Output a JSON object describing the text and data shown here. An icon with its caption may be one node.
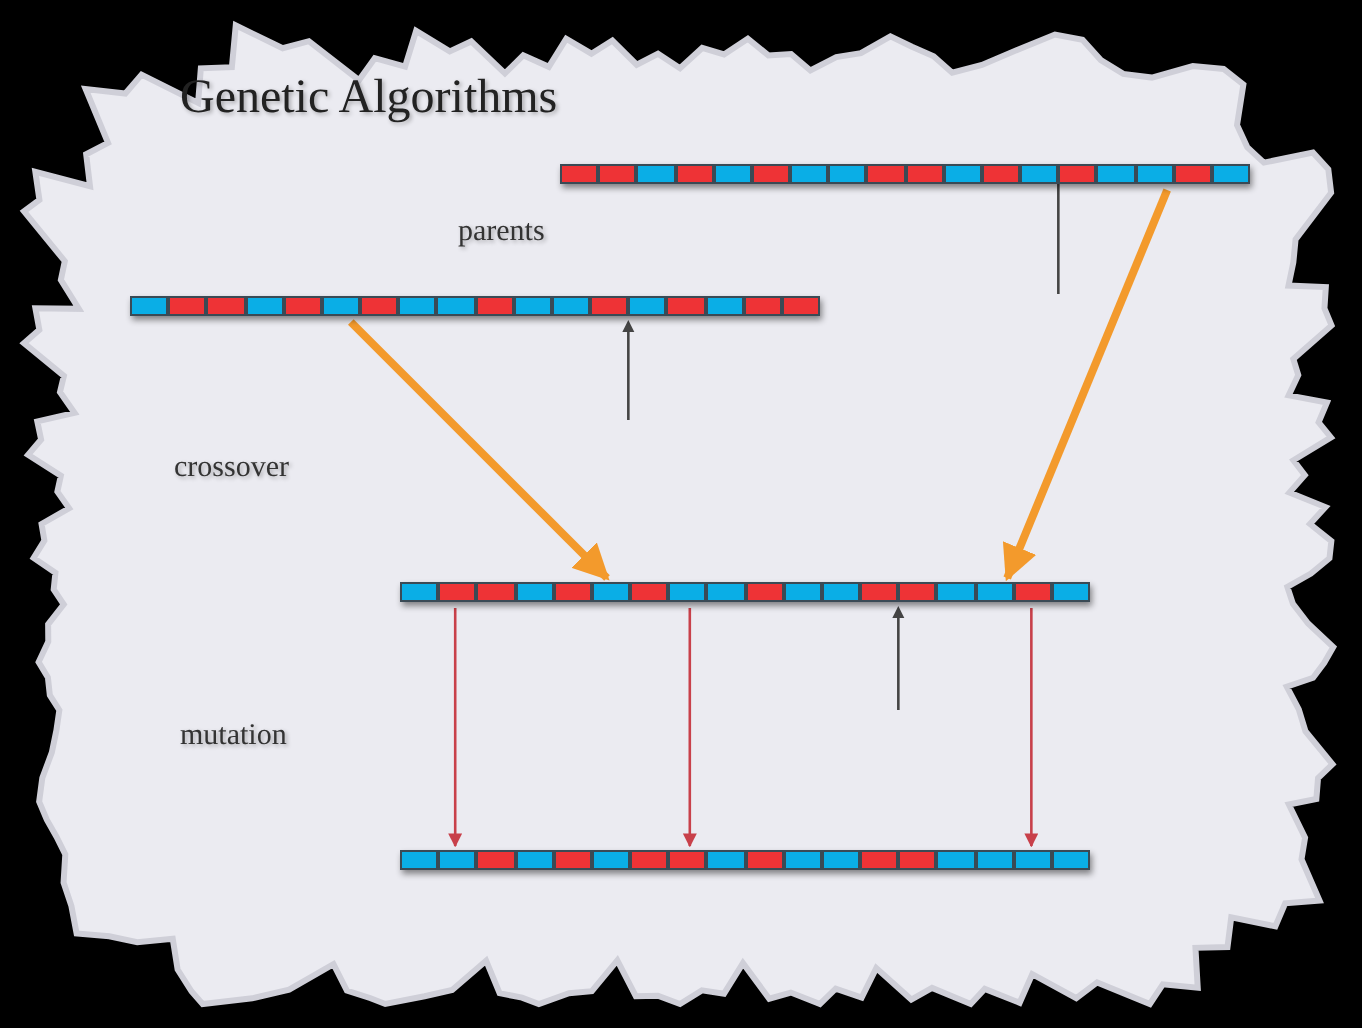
{
  "diagram": {
    "title": "Genetic Algorithms",
    "nodes": [
      {
        "text": [],
        "shape": "bar"
      },
      {
        "text": [],
        "shape": "bar"
      },
      {
        "text": [],
        "shape": "bar"
      },
      {
        "text": [],
        "shape": "bar"
      }
    ],
    "edges": [
      {
        "from": 0,
        "to": 2,
        "arrow": "to",
        "style": "thick",
        "color": "#f39a2c"
      },
      {
        "from": 1,
        "to": 2,
        "arrow": "to",
        "style": "thick",
        "color": "#f39a2c"
      },
      {
        "from": 2,
        "to": 3,
        "arrow": "to",
        "color": "#c8404a"
      },
      {
        "from": 2,
        "to": 3,
        "arrow": "to",
        "color": "#c8404a"
      },
      {
        "from": 2,
        "to": 3,
        "arrow": "to",
        "color": "#c8404a"
      }
    ],
    "labels": [
      "parents",
      "crossover",
      "mutation"
    ]
  }
}
